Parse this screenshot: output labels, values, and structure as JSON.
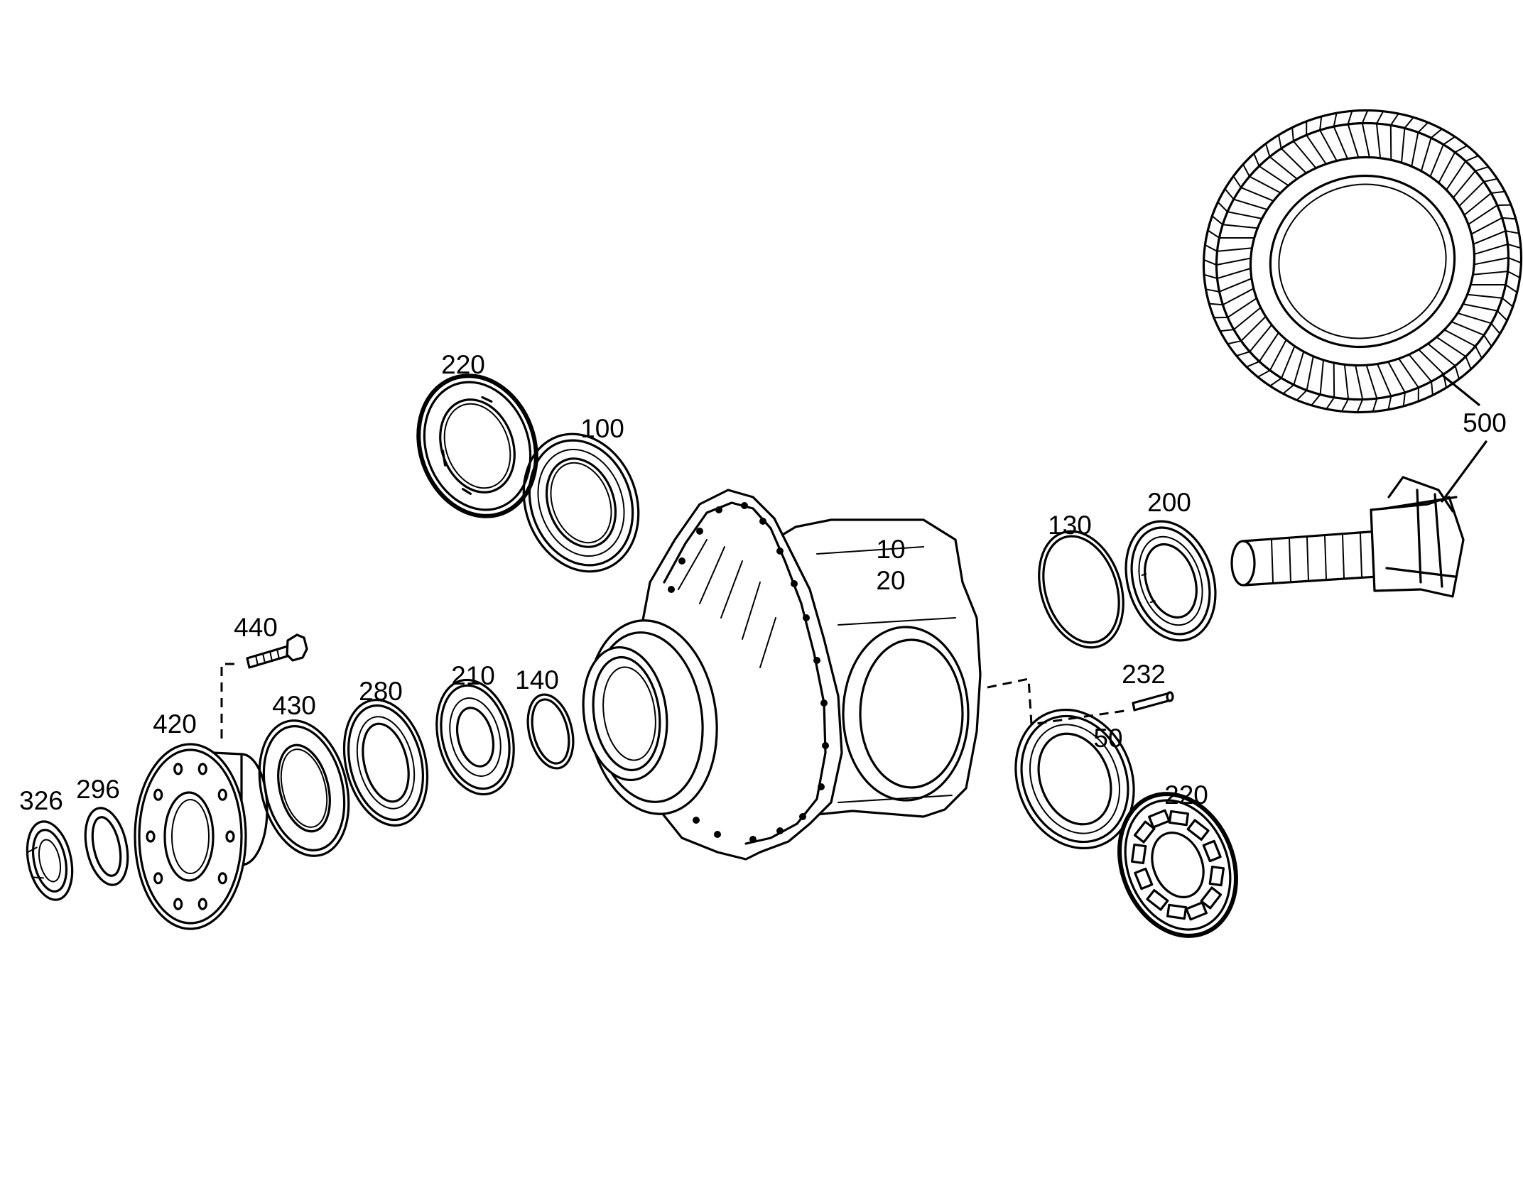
{
  "callouts": [
    {
      "id": "c220a",
      "label": "220"
    },
    {
      "id": "c100",
      "label": "100"
    },
    {
      "id": "c10",
      "label": "10"
    },
    {
      "id": "c20",
      "label": "20"
    },
    {
      "id": "c130",
      "label": "130"
    },
    {
      "id": "c200",
      "label": "200"
    },
    {
      "id": "c500",
      "label": "500"
    },
    {
      "id": "c440",
      "label": "440"
    },
    {
      "id": "c420",
      "label": "420"
    },
    {
      "id": "c430",
      "label": "430"
    },
    {
      "id": "c280",
      "label": "280"
    },
    {
      "id": "c210",
      "label": "210"
    },
    {
      "id": "c140",
      "label": "140"
    },
    {
      "id": "c232",
      "label": "232"
    },
    {
      "id": "c50",
      "label": "50"
    },
    {
      "id": "c220b",
      "label": "220"
    },
    {
      "id": "c326",
      "label": "326"
    },
    {
      "id": "c296",
      "label": "296"
    }
  ]
}
